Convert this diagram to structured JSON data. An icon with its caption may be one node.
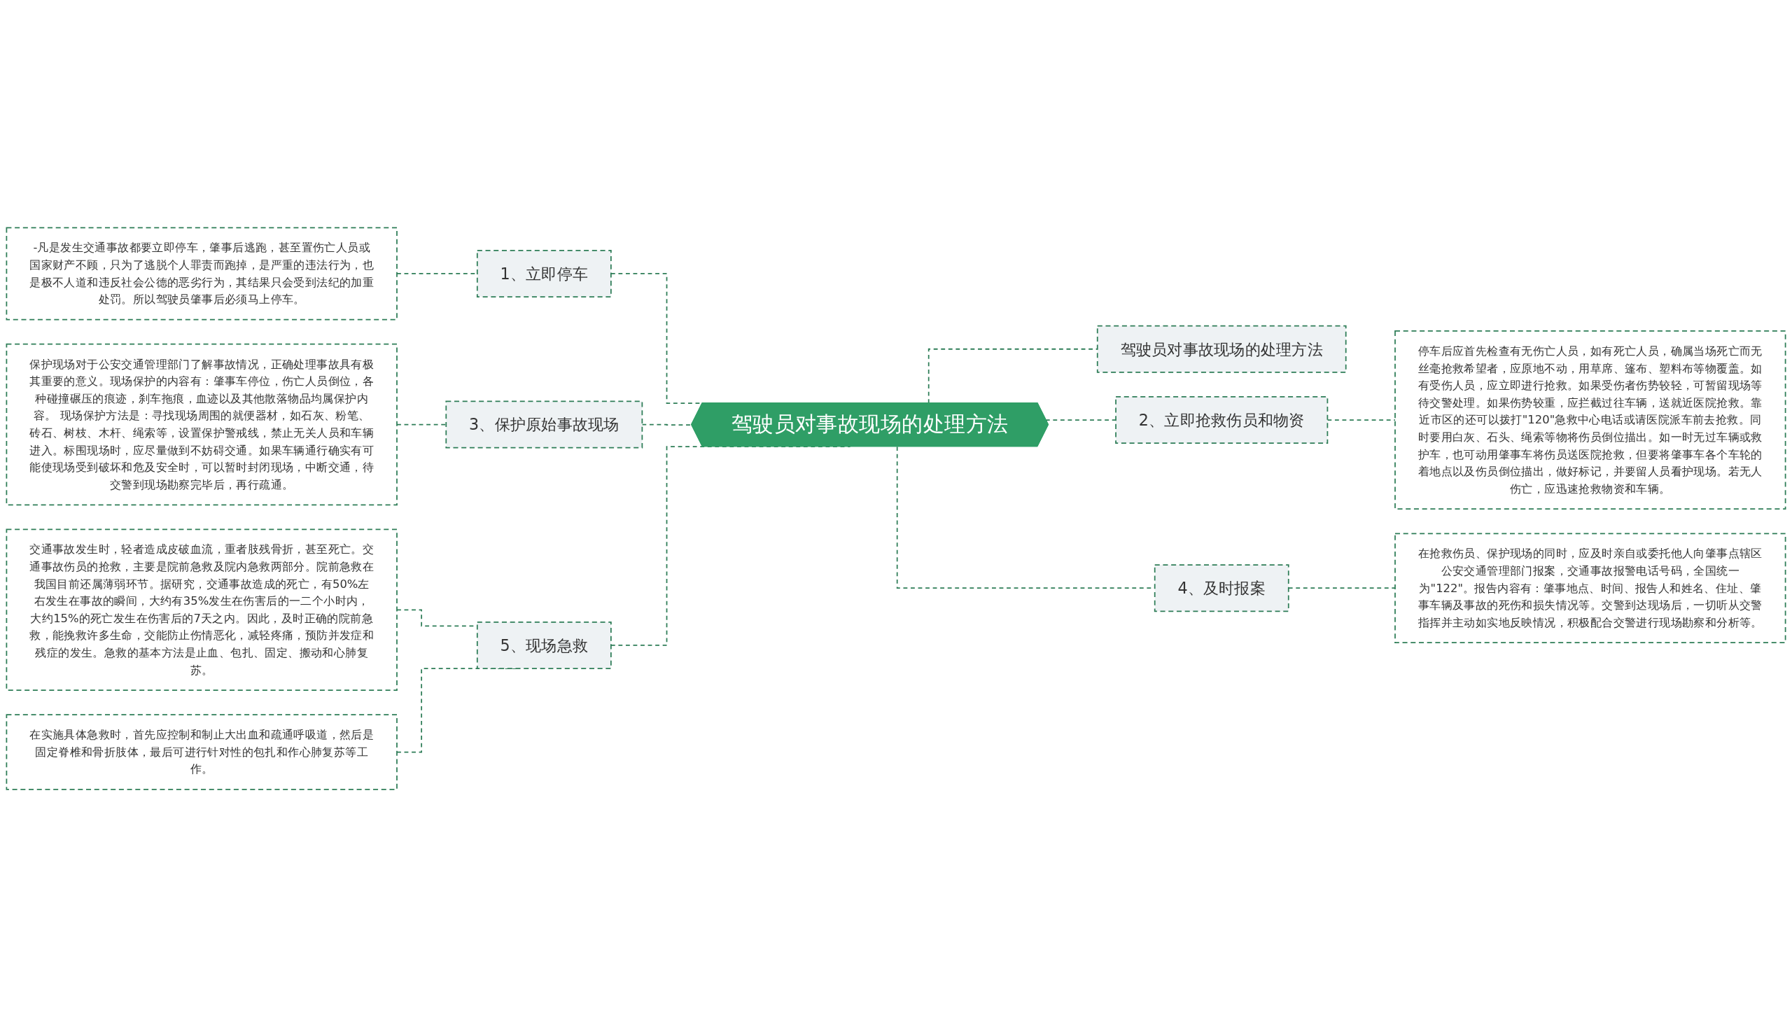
{
  "diagram": {
    "nodes": [
      {
        "text": [
          "驾驶员对事故现场的处理方法"
        ]
      },
      {
        "text": [
          "1、立即停车"
        ]
      },
      {
        "text": [
          "-凡是发生交通事故都要立即停车，肇事后逃跑，甚至置伤亡人员或国家财产不顾，只为了逃脱个人罪责而跑掉，是严重的违法行为，也是极不人道和违反社会公德的恶劣行为，其结果只会受到法纪的加重处罚。所以驾驶员肇事后必须马上停车。"
        ]
      },
      {
        "text": [
          "3、保护原始事故现场"
        ]
      },
      {
        "text": [
          "保护现场对于公安交通管理部门了解事故情况，正确处理事故具有极其重要的意义。现场保护的内容有：肇事车停位，伤亡人员倒位，各种碰撞碾压的痕迹，刹车拖痕，血迹以及其他散落物品均属保护内容。 现场保护方法是：寻找现场周围的就便器材，如石灰、粉笔、砖石、树枝、木杆、绳索等，设置保护警戒线，禁止无关人员和车辆进入。标围现场时，应尽量做到不妨碍交通。如果车辆通行确实有可能使现场受到破坏和危及安全时，可以暂时封闭现场，中断交通，待交警到现场勘察完毕后，再行疏通。"
        ]
      },
      {
        "text": [
          "5、现场急救"
        ]
      },
      {
        "text": [
          "交通事故发生时，轻者造成皮破血流，重者肢残骨折，甚至死亡。交通事故伤员的抢救，主要是院前急救及院内急救两部分。院前急救在我国目前还属薄弱环节。据研究，交通事故造成的死亡，有50%左右发生在事故的瞬间，大约有35%发生在伤害后的一二个小时内，大约15%的死亡发生在伤害后的7天之内。因此，及时正确的院前急救，能挽救许多生命，交能防止伤情恶化，减轻疼痛，预防并发症和残症的发生。急救的基本方法是止血、包扎、固定、搬动和心肺复苏。"
        ]
      },
      {
        "text": [
          "在实施具体急救时，首先应控制和制止大出血和疏通呼吸道，然后是固定脊椎和骨折肢体，最后可进行针对性的包扎和作心肺复苏等工作。"
        ]
      },
      {
        "text": [
          "驾驶员对事故现场的处理方法"
        ]
      },
      {
        "text": [
          "2、立即抢救伤员和物资"
        ]
      },
      {
        "text": [
          "停车后应首先检查有无伤亡人员，如有死亡人员，确属当场死亡而无丝毫抢救希望者，应原地不动，用草席、篷布、塑料布等物覆盖。如有受伤人员，应立即进行抢救。如果受伤者伤势较轻，可暂留现场等待交警处理。如果伤势较重，应拦截过往车辆，送就近医院抢救。靠近市区的还可以拨打\"120\"急救中心电话或请医院派车前去抢救。同时要用白灰、石头、绳索等物将伤员倒位描出。如一时无过车辆或救护车，也可动用肇事车将伤员送医院抢救，但要将肇事车各个车轮的着地点以及伤员倒位描出，做好标记，并要留人员看护现场。若无人伤亡，应迅速抢救物资和车辆。"
        ]
      },
      {
        "text": [
          "4、及时报案"
        ]
      },
      {
        "text": [
          "在抢救伤员、保护现场的同时，应及时亲自或委托他人向肇事点辖区公安交通管理部门报案，交通事故报警电话号码，全国统一为\"122\"。报告内容有：肇事地点、时间、报告人和姓名、住址、肇事车辆及事故的死伤和损失情况等。交警到达现场后，一切听从交警指挥并主动如实地反映情况，积极配合交警进行现场勘察和分析等。"
        ]
      }
    ],
    "edges": [
      {
        "from": 0,
        "to": 1,
        "arrow": "none",
        "style": "dashed"
      },
      {
        "from": 1,
        "to": 2,
        "arrow": "none",
        "style": "dashed"
      },
      {
        "from": 0,
        "to": 3,
        "arrow": "none",
        "style": "dashed"
      },
      {
        "from": 3,
        "to": 4,
        "arrow": "none",
        "style": "dashed"
      },
      {
        "from": 0,
        "to": 5,
        "arrow": "none",
        "style": "dashed"
      },
      {
        "from": 5,
        "to": 6,
        "arrow": "none",
        "style": "dashed"
      },
      {
        "from": 5,
        "to": 7,
        "arrow": "none",
        "style": "dashed"
      },
      {
        "from": 0,
        "to": 8,
        "arrow": "none",
        "style": "dashed"
      },
      {
        "from": 0,
        "to": 9,
        "arrow": "none",
        "style": "dashed"
      },
      {
        "from": 9,
        "to": 10,
        "arrow": "none",
        "style": "dashed"
      },
      {
        "from": 0,
        "to": 11,
        "arrow": "none",
        "style": "dashed"
      },
      {
        "from": 11,
        "to": 12,
        "arrow": "none",
        "style": "dashed"
      }
    ]
  }
}
